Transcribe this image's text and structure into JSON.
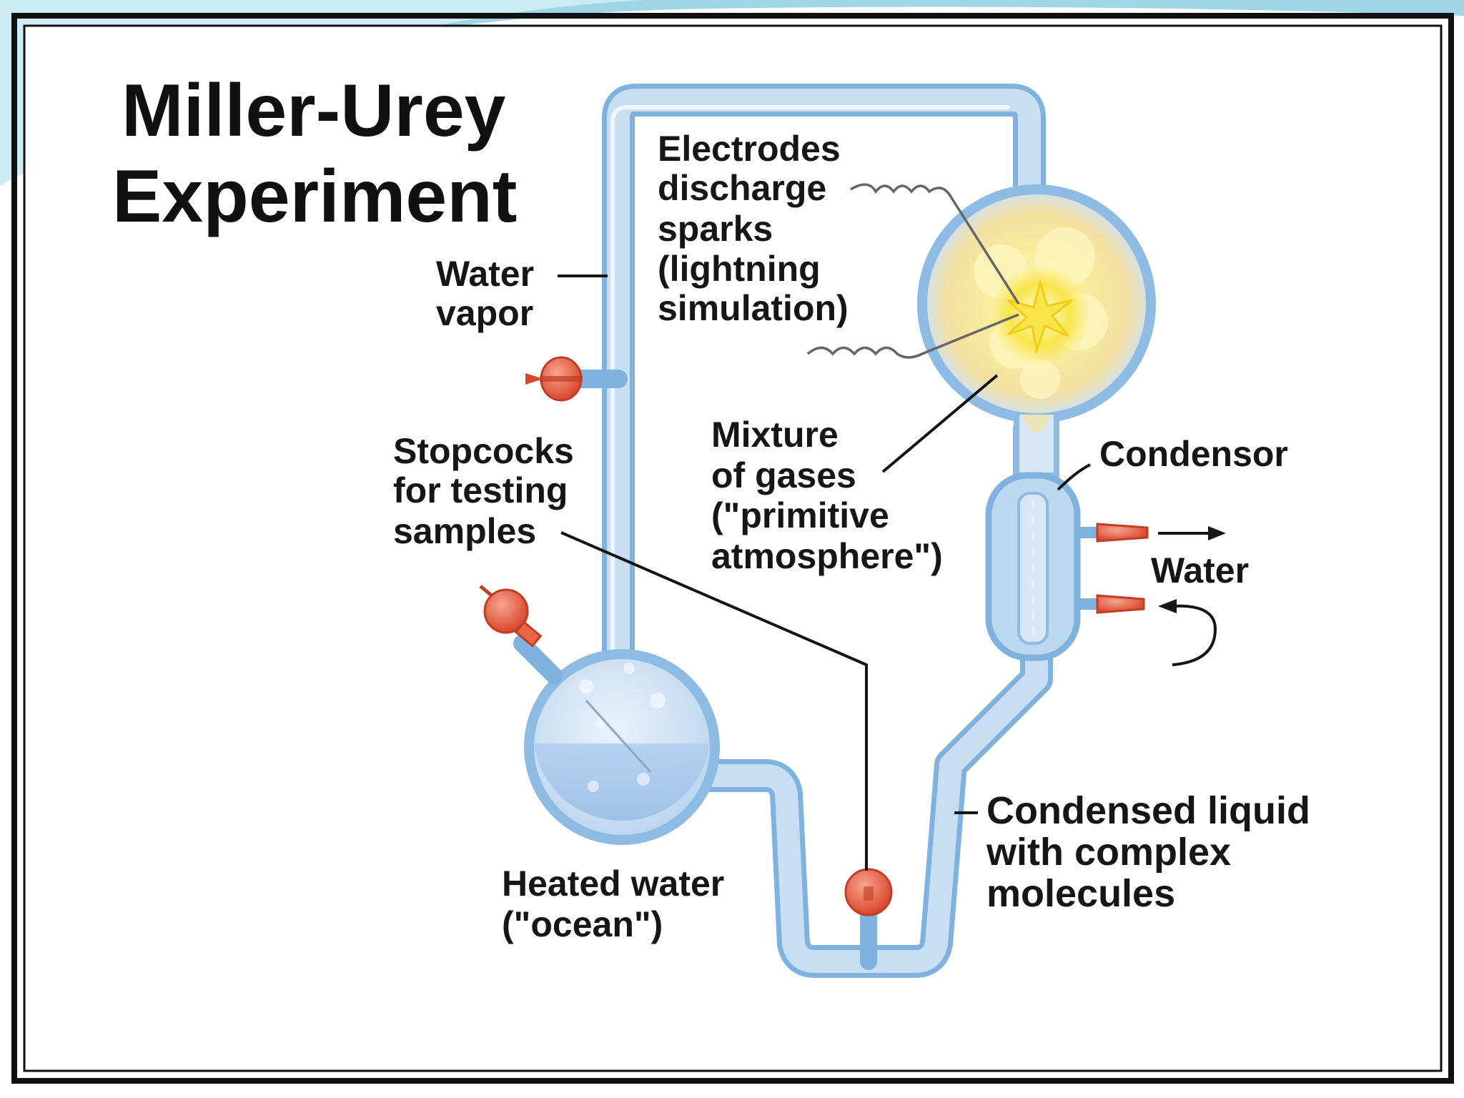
{
  "title": {
    "line1": "Miller-Urey",
    "line2": "Experiment"
  },
  "labels": {
    "water_vapor": [
      "Water",
      "vapor"
    ],
    "electrodes": [
      "Electrodes",
      "discharge",
      "sparks",
      "(lightning",
      "simulation)"
    ],
    "stopcocks": [
      "Stopcocks",
      "for testing",
      "samples"
    ],
    "mixture": [
      "Mixture",
      "of gases",
      "(\"primitive",
      "atmosphere\")"
    ],
    "condensor": "Condensor",
    "water": "Water",
    "condensed": [
      "Condensed liquid",
      "with complex",
      "molecules"
    ],
    "heated": [
      "Heated water",
      "(\"ocean\")"
    ]
  },
  "colors": {
    "glass": "#a9cdec",
    "glass_edge": "#7fb2df",
    "stopcock": "#e8654a",
    "spark": "#f8e54a",
    "gas_cloud": "#f7e7a0",
    "frame": "#111111",
    "corner_accent": "#6fc3dc"
  }
}
